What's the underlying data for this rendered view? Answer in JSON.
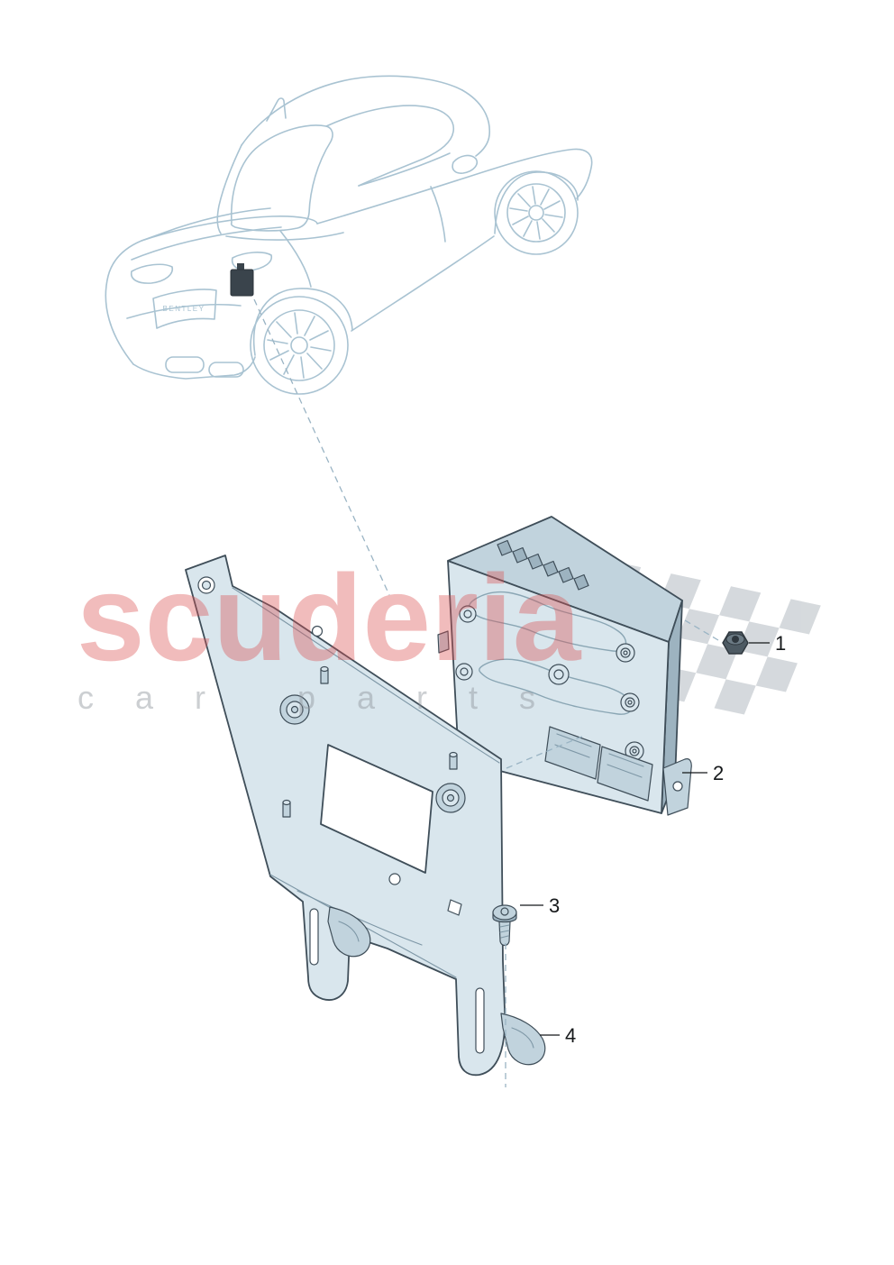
{
  "diagram": {
    "vehicle_badge": "BENTLEY",
    "callouts": [
      {
        "label": "1"
      },
      {
        "label": "2"
      },
      {
        "label": "3"
      },
      {
        "label": "4"
      }
    ]
  },
  "watermark": {
    "line1": "scuderia",
    "line2": "car parts",
    "brand_color": "#d94f4f",
    "subtitle_color": "#8e959b",
    "flag_color": "#c8cdd2"
  },
  "palette": {
    "background": "#ffffff",
    "car_line": "#a9c3d2",
    "part_outline": "#3f4e59",
    "part_fill_light": "#d9e6ed",
    "part_fill_mid": "#c1d3dd",
    "part_fill_dark": "#9db3c0",
    "hardware_dark": "#4d5a63",
    "callout_color": "#15181a",
    "dashed_leader": "#9ab4c4"
  }
}
